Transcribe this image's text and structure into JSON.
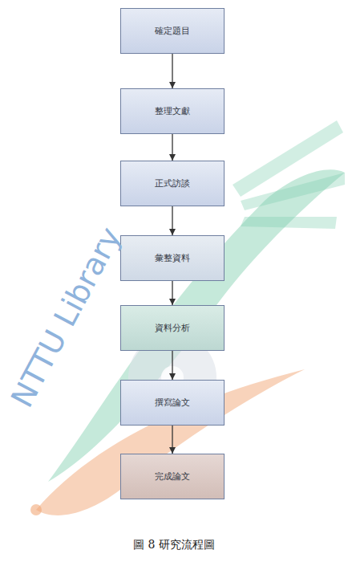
{
  "diagram": {
    "caption": "圖 8 研究流程圖",
    "nodes": [
      {
        "text": [
          "確定題目"
        ]
      },
      {
        "text": [
          "整理文獻"
        ]
      },
      {
        "text": [
          "正式訪談"
        ]
      },
      {
        "text": [
          "彙整資料"
        ]
      },
      {
        "text": [
          "資料分析"
        ]
      },
      {
        "text": [
          "撰寫論文"
        ]
      },
      {
        "text": [
          "完成論文"
        ]
      }
    ],
    "edges": [
      {
        "from": 0,
        "to": 1,
        "arrow": "to"
      },
      {
        "from": 1,
        "to": 2,
        "arrow": "to"
      },
      {
        "from": 2,
        "to": 3,
        "arrow": "to"
      },
      {
        "from": 3,
        "to": 4,
        "arrow": "to"
      },
      {
        "from": 4,
        "to": 5,
        "arrow": "to"
      },
      {
        "from": 5,
        "to": 6,
        "arrow": "to"
      }
    ],
    "labels": [
      "NTTU Library"
    ]
  }
}
